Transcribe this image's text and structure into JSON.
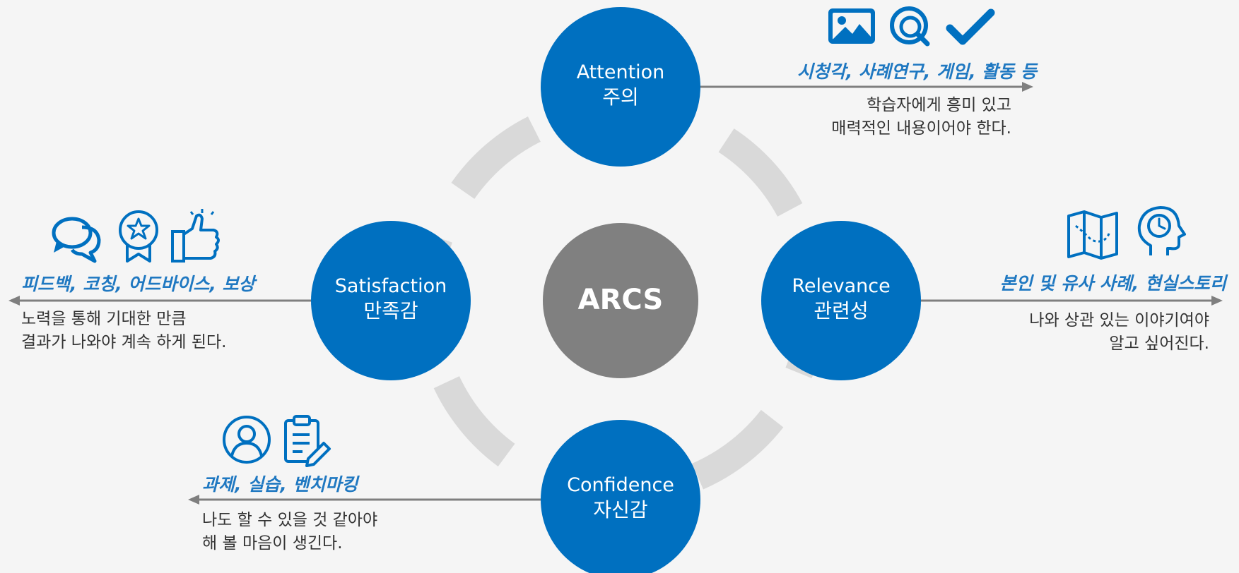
{
  "colors": {
    "background": "#f5f5f5",
    "circle_blue": "#0070c0",
    "center_gray": "#808080",
    "ring_gray": "#d9d9d9",
    "arrow_gray": "#7f7f7f",
    "method_text": "#1f78c1",
    "body_text": "#333333"
  },
  "center": {
    "label": "ARCS"
  },
  "attention": {
    "en": "Attention",
    "ko": "주의",
    "methods": "시청각, 사례연구, 게임, 활동 등",
    "desc_line1": "학습자에게 흥미 있고",
    "desc_line2": "매력적인 내용이어야 한다.",
    "icons": [
      "image-icon",
      "search-icon",
      "checkmark-icon"
    ]
  },
  "relevance": {
    "en": "Relevance",
    "ko": "관련성",
    "methods": "본인 및 유사 사례, 현실스토리",
    "desc_line1": "나와 상관 있는 이야기여야",
    "desc_line2": "알고 싶어진다.",
    "icons": [
      "map-icon",
      "head-clock-icon"
    ]
  },
  "confidence": {
    "en": "Confidence",
    "ko": "자신감",
    "methods": "과제, 실습, 벤치마킹",
    "desc_line1": "나도 할 수 있을 것 같아야",
    "desc_line2": "해 볼 마음이 생긴다.",
    "icons": [
      "user-icon",
      "clipboard-pencil-icon"
    ]
  },
  "satisfaction": {
    "en": "Satisfaction",
    "ko": "만족감",
    "methods": "피드백, 코칭, 어드바이스, 보상",
    "desc_line1": "노력을 통해 기대한 만큼",
    "desc_line2": "결과가 나와야 계속 하게 된다.",
    "icons": [
      "chat-bubbles-icon",
      "award-ribbon-icon",
      "thumbs-up-icon"
    ]
  }
}
